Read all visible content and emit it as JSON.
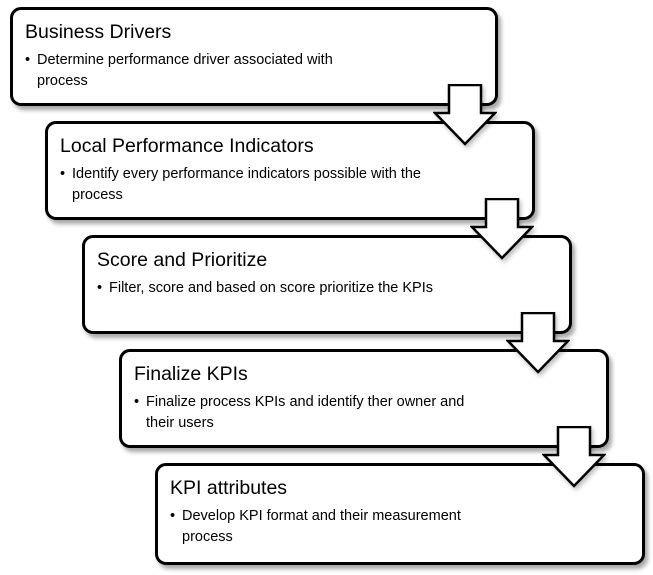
{
  "steps": [
    {
      "title": "Business Drivers",
      "bullet": "Determine performance driver associated with process"
    },
    {
      "title": "Local Performance Indicators",
      "bullet": "Identify every performance indicators possible with the process"
    },
    {
      "title": "Score and Prioritize",
      "bullet": "Filter, score and based on score prioritize the KPIs"
    },
    {
      "title": "Finalize KPIs",
      "bullet": "Finalize process KPIs and identify ther owner and their users"
    },
    {
      "title": "KPI attributes",
      "bullet": "Develop KPI format and their measurement process"
    }
  ],
  "bullet_marker": "•",
  "colors": {
    "border": "#000000",
    "box_fill": "#ffffff",
    "arrow_fill": "#ffffff"
  },
  "icons": {
    "connector": "down-arrow-icon"
  }
}
